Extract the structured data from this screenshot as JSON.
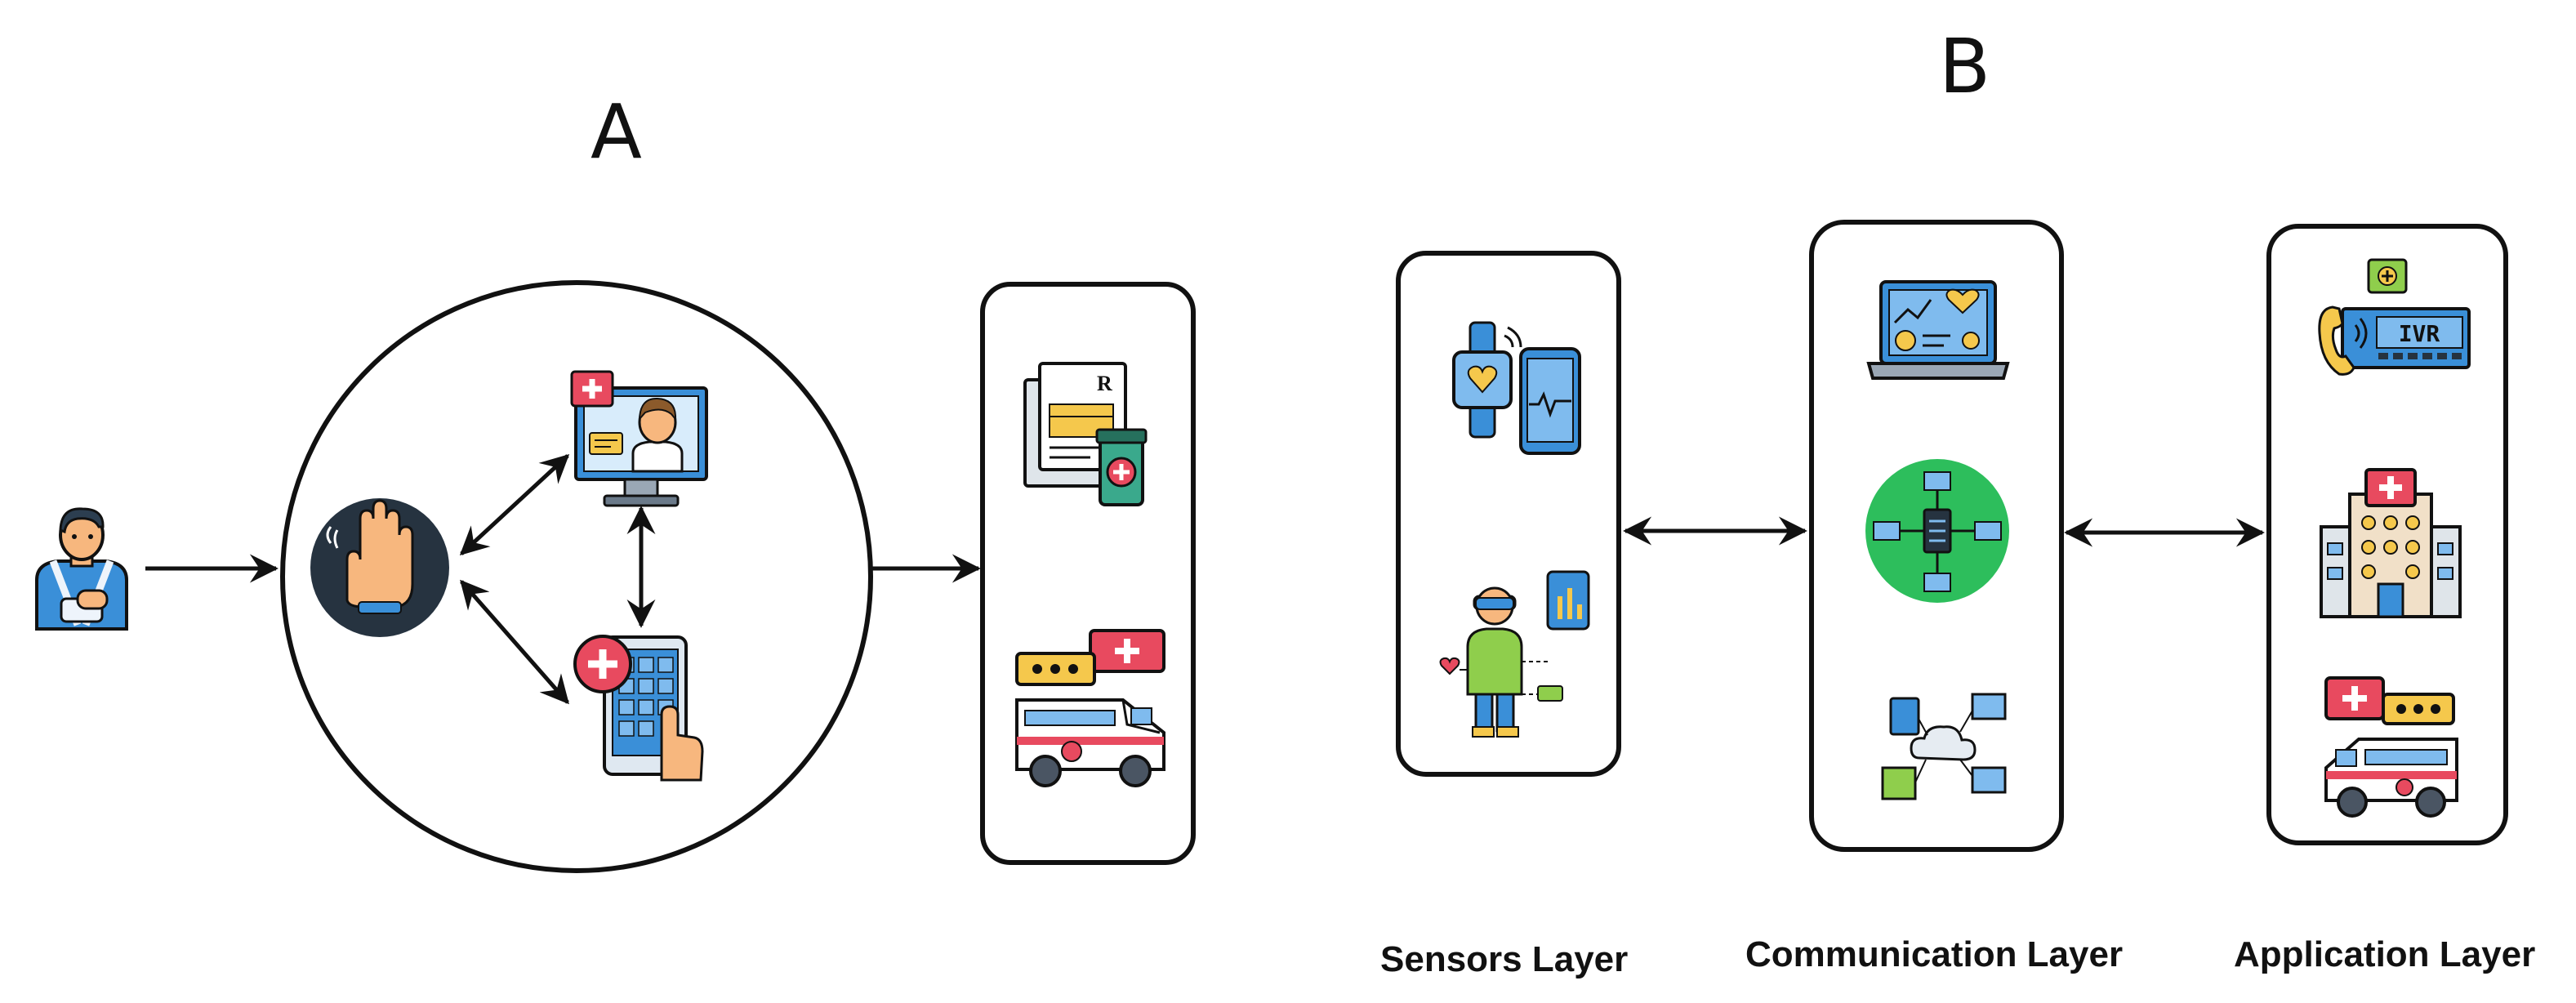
{
  "panel_a": {
    "letter": "A",
    "icons": {
      "patient": "patient-with-arm-sling-icon",
      "gesture": "hand-gesture-wristband-icon",
      "telemedicine": "telemedicine-doctor-monitor-icon",
      "mobile_app": "medical-mobile-app-icon",
      "prescription": "prescription-medicine-icon",
      "ambulance": "ambulance-alert-icon"
    }
  },
  "panel_b": {
    "letter": "B",
    "layers": [
      {
        "label": "Sensors Layer",
        "icons": [
          "smartwatch-phone-icon",
          "wearable-body-sensor-icon"
        ]
      },
      {
        "label": "Communication Layer",
        "icons": [
          "laptop-dashboard-icon",
          "network-server-icon",
          "cloud-network-icon"
        ]
      },
      {
        "label": "Application Layer",
        "icons": [
          "ivr-phone-icon",
          "hospital-icon",
          "ambulance-icon"
        ]
      }
    ]
  },
  "colors": {
    "outline": "#111111",
    "dark_circle": "#263340",
    "network_green": "#2dbe5c",
    "skin": "#f7b77e",
    "blue": "#3a8fd8",
    "red": "#e84a5f",
    "yellow": "#f5c84c"
  }
}
